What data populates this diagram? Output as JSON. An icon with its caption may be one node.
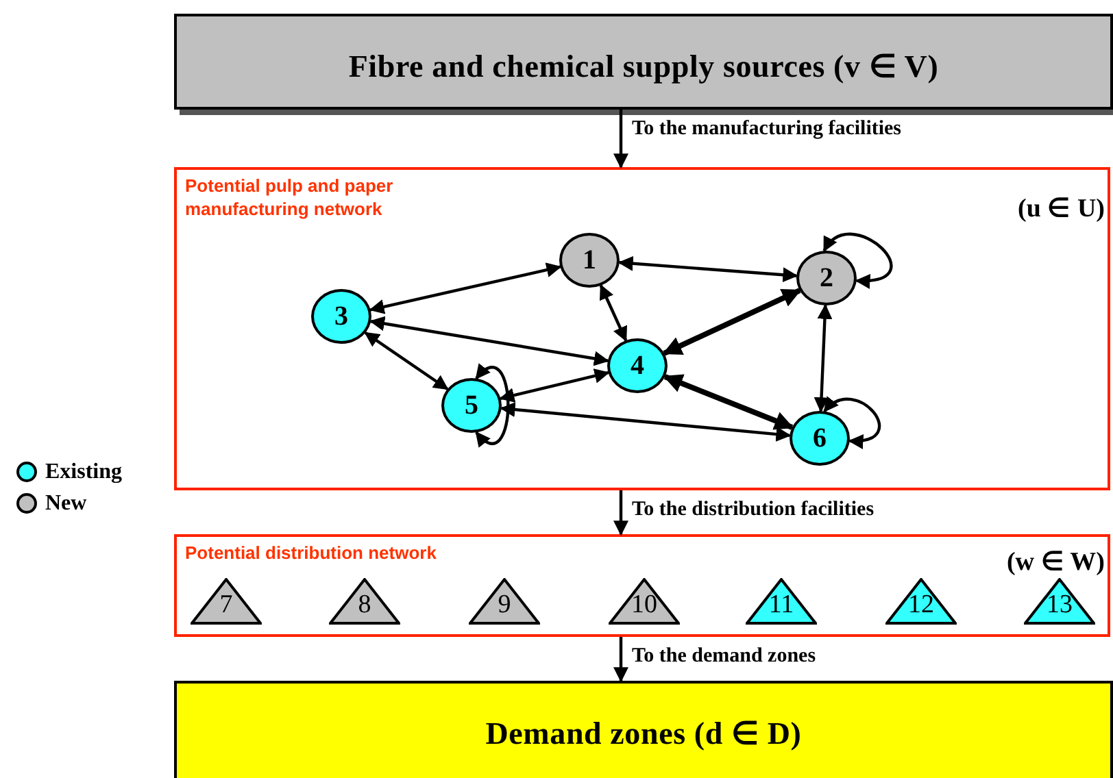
{
  "diagram": {
    "nodes": [
      {
        "text": [
          "Fibre and chemical supply sources (v ∈ V)"
        ]
      },
      {
        "text": [
          "Potential pulp and paper manufacturing network",
          "(u ∈ U)"
        ]
      },
      {
        "text": [
          "1"
        ],
        "in": 1
      },
      {
        "text": [
          "2"
        ],
        "in": 1
      },
      {
        "text": [
          "3"
        ],
        "in": 1
      },
      {
        "text": [
          "4"
        ],
        "in": 1
      },
      {
        "text": [
          "5"
        ],
        "in": 1
      },
      {
        "text": [
          "6"
        ],
        "in": 1
      },
      {
        "text": [
          "Potential distribution network",
          "(w ∈ W)"
        ]
      },
      {
        "text": [
          "7"
        ],
        "in": 8
      },
      {
        "text": [
          "8"
        ],
        "in": 8
      },
      {
        "text": [
          "9"
        ],
        "in": 8
      },
      {
        "text": [
          "10"
        ],
        "in": 8
      },
      {
        "text": [
          "11"
        ],
        "in": 8
      },
      {
        "text": [
          "12"
        ],
        "in": 8
      },
      {
        "text": [
          "13"
        ],
        "in": 8
      },
      {
        "text": [
          "Demand zones (d ∈ D)"
        ]
      }
    ],
    "edges": [
      {
        "from": 0,
        "to": 1,
        "arrow": "to",
        "label": "To the manufacturing facilities"
      },
      {
        "from": 1,
        "to": 8,
        "arrow": "to",
        "label": "To the distribution facilities"
      },
      {
        "from": 8,
        "to": 16,
        "arrow": "to",
        "label": "To the demand zones"
      },
      {
        "from": 2,
        "to": 4,
        "arrow": "both"
      },
      {
        "from": 2,
        "to": 3,
        "arrow": "both"
      },
      {
        "from": 2,
        "to": 5,
        "arrow": "both"
      },
      {
        "from": 4,
        "to": 5,
        "arrow": "both"
      },
      {
        "from": 3,
        "to": 5,
        "arrow": "both",
        "style": "thick"
      },
      {
        "from": 3,
        "to": 7,
        "arrow": "both"
      },
      {
        "from": 4,
        "to": 6,
        "arrow": "both"
      },
      {
        "from": 6,
        "to": 5,
        "arrow": "both"
      },
      {
        "from": 5,
        "to": 7,
        "arrow": "both",
        "style": "thick"
      },
      {
        "from": 6,
        "to": 7,
        "arrow": "both"
      },
      {
        "from": 3,
        "to": 3,
        "arrow": "both"
      },
      {
        "from": 6,
        "to": 6,
        "arrow": "both"
      },
      {
        "from": 7,
        "to": 7,
        "arrow": "both"
      }
    ],
    "legend": [
      {
        "text": "Existing",
        "color": "#33ffff"
      },
      {
        "text": "New",
        "color": "#c0c0c0"
      }
    ]
  }
}
